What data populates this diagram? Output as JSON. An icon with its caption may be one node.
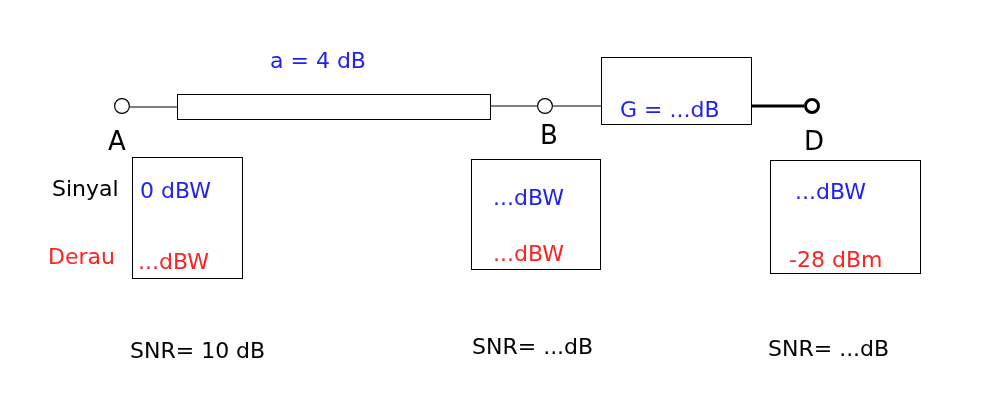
{
  "diagram": {
    "nodes": [
      {
        "text": [],
        "shape": "circle",
        "beside": [
          "A"
        ]
      },
      {
        "text": [],
        "shape": "box",
        "beside": [
          "a = 4 dB"
        ]
      },
      {
        "text": [],
        "shape": "circle",
        "beside": [
          "B"
        ]
      },
      {
        "text": [
          "G = ...dB"
        ]
      },
      {
        "text": [],
        "shape": "circle",
        "beside": [
          "D"
        ]
      },
      {
        "text": [
          "0 dBW",
          "...dBW"
        ]
      },
      {
        "text": [
          "...dBW",
          "...dBW"
        ]
      },
      {
        "text": [
          "...dBW",
          "-28 dBm"
        ]
      }
    ],
    "edges": [
      {
        "from": 0,
        "to": 1,
        "arrow": "none"
      },
      {
        "from": 1,
        "to": 2,
        "arrow": "none"
      },
      {
        "from": 2,
        "to": 3,
        "arrow": "none"
      },
      {
        "from": 3,
        "to": 4,
        "arrow": "none",
        "style": "thick"
      }
    ],
    "labels": [
      "Sinyal",
      "Derau",
      "SNR= 10 dB",
      "SNR= ...dB",
      "SNR= ...dB"
    ]
  }
}
